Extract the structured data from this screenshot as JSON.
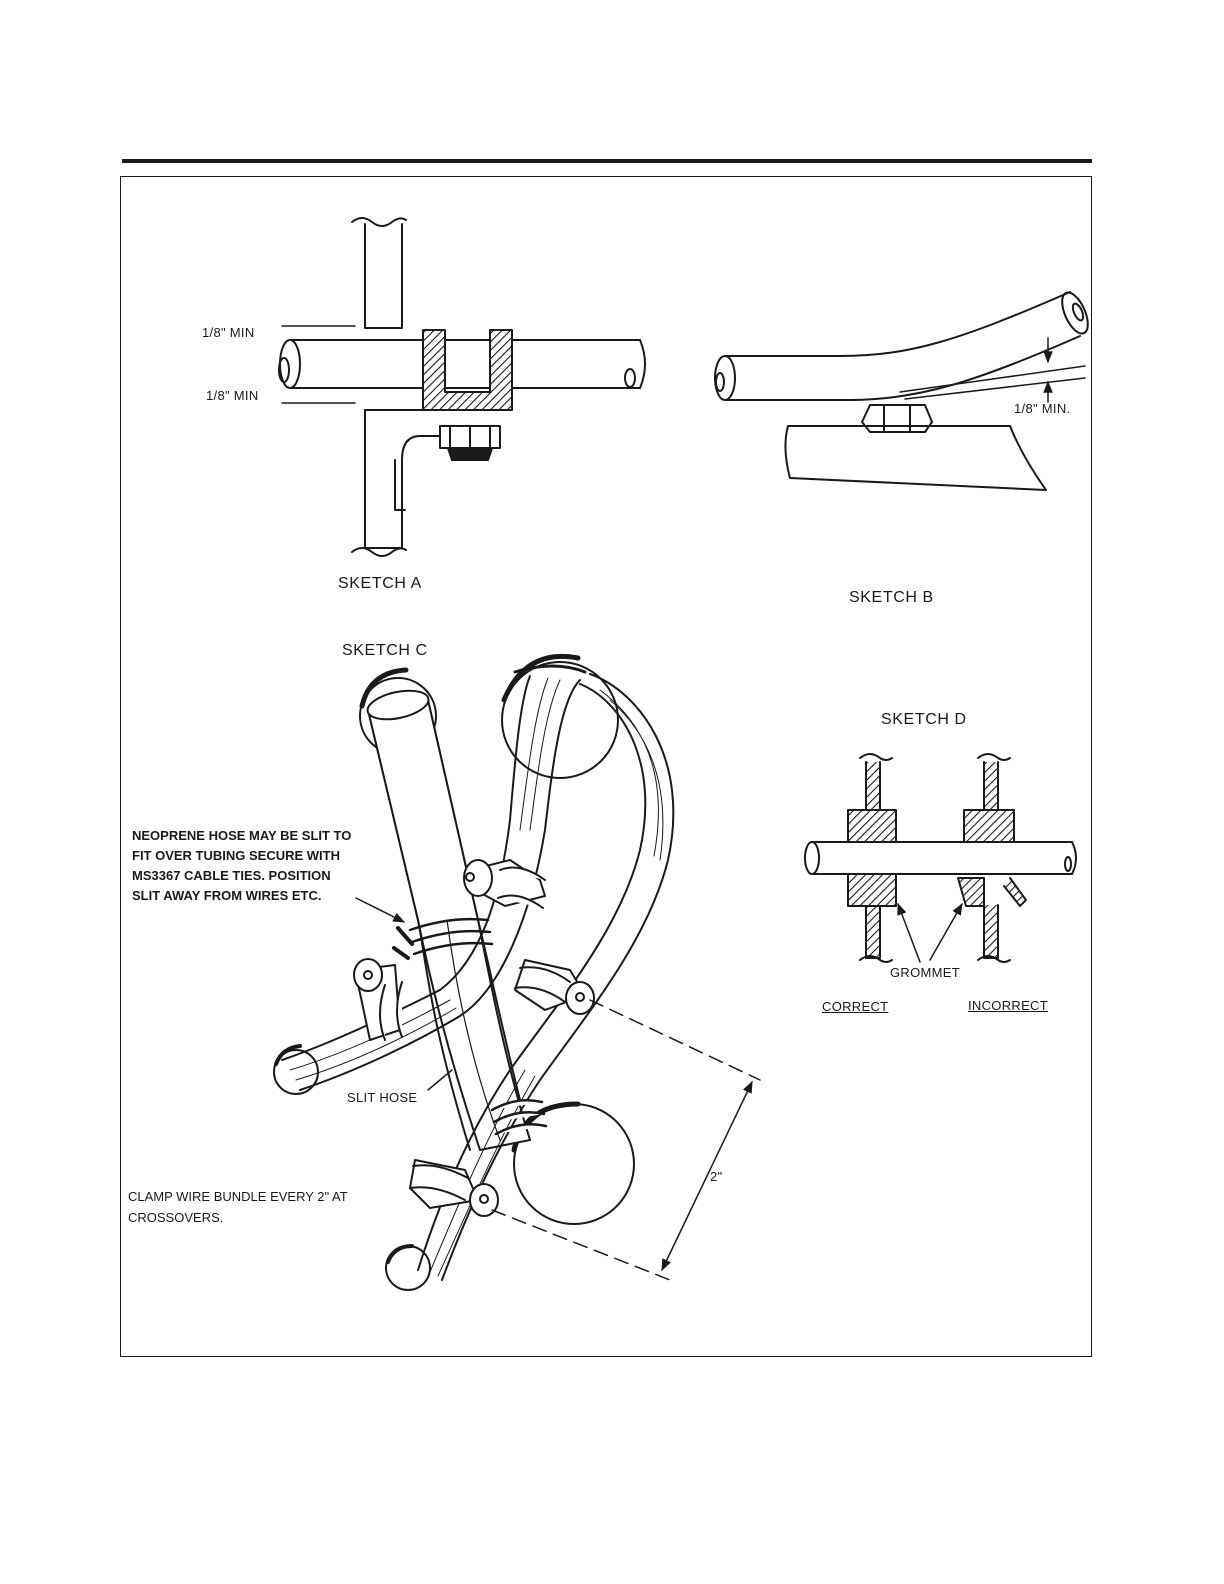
{
  "sketch_a": {
    "title": "SKETCH A",
    "dim_top": "1/8\" MIN",
    "dim_bottom": "1/8\" MIN"
  },
  "sketch_b": {
    "title": "SKETCH B",
    "dim": "1/8\" MIN."
  },
  "sketch_c": {
    "title": "SKETCH C",
    "note_lines": [
      "NEOPRENE HOSE MAY BE SLIT TO",
      "FIT  OVER  TUBING  SECURE  WITH",
      "MS3367  CABLE  TIES.  POSITION",
      "SLIT AWAY FROM WIRES ETC."
    ],
    "slit_hose": "SLIT HOSE",
    "clamp_lines": [
      "CLAMP WIRE BUNDLE EVERY 2\" AT",
      "CROSSOVERS."
    ],
    "dim": "2\""
  },
  "sketch_d": {
    "title": "SKETCH D",
    "grommet": "GROMMET",
    "correct": "CORRECT",
    "incorrect": "INCORRECT"
  }
}
